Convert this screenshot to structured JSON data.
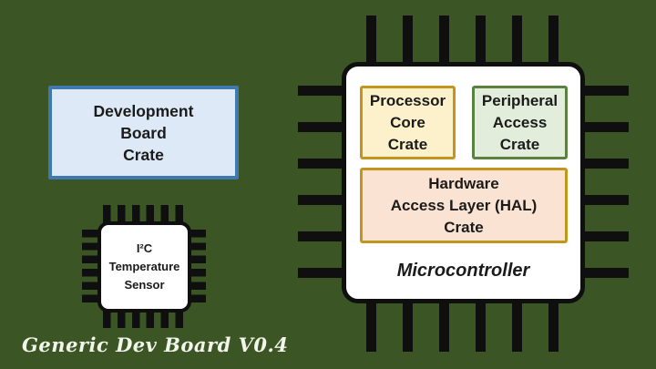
{
  "background_color": "#3b5524",
  "dev_board": {
    "label": "Development\nBoard\nCrate",
    "fill": "#dde9f6",
    "border_color": "#4078b0"
  },
  "sensor": {
    "label": "I²C\nTemperature\nSensor"
  },
  "microcontroller": {
    "label": "Microcontroller",
    "crates": [
      {
        "name": "processor-core-crate",
        "label": "Processor\nCore\nCrate",
        "fill": "#fdf1cb",
        "border_color": "#c2951c"
      },
      {
        "name": "peripheral-access-crate",
        "label": "Peripheral\nAccess\nCrate",
        "fill": "#e2eedb",
        "border_color": "#578240"
      },
      {
        "name": "hal-crate",
        "label": "Hardware\nAccess Layer (HAL)\nCrate",
        "fill": "#fbe3d3",
        "border_color": "#c2951c"
      }
    ]
  },
  "caption": {
    "text": "Generic Dev Board V0.4",
    "color": "#f2f5ea"
  }
}
